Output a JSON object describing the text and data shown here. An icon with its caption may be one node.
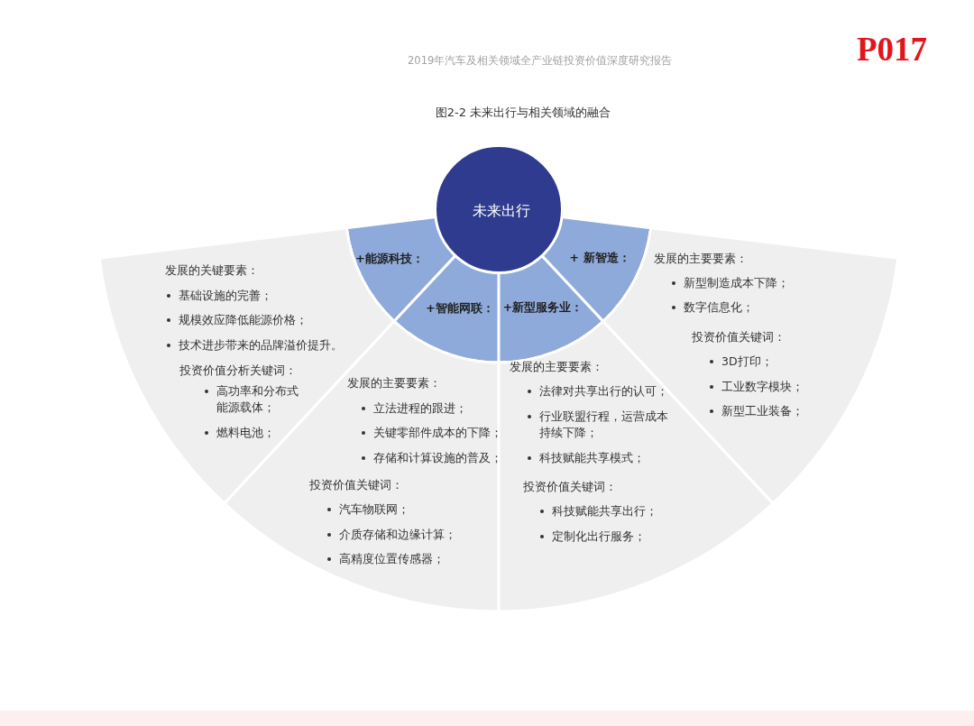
{
  "diagram": {
    "title": "图2-2 未来出行与相关领域的融合",
    "nodes": [
      {
        "text": [
          "未来出行"
        ]
      },
      {
        "text": [
          "+能源科技："
        ]
      },
      {
        "text": [
          "+智能网联："
        ]
      },
      {
        "text": [
          "+新型服务业："
        ]
      },
      {
        "text": [
          "+ 新智造："
        ]
      },
      {
        "text": [
          "发展的关键要素：",
          "基础设施的完善；",
          "规模效应降低能源价格；",
          "技术进步带来的品牌溢价提升。",
          "投资价值分析关键词：",
          "高功率和分布式能源载体；",
          "燃料电池；"
        ]
      },
      {
        "text": [
          "发展的主要要素：",
          "立法进程的跟进；",
          "关键零部件成本的下降；",
          "存储和计算设施的普及；",
          "投资价值关键词：",
          "汽车物联网；",
          "介质存储和边缘计算；",
          "高精度位置传感器；"
        ]
      },
      {
        "text": [
          "发展的主要要素：",
          "法律对共享出行的认可；",
          "行业联盟行程，运营成本持续下降；",
          "科技赋能共享模式；",
          "投资价值关键词：",
          "科技赋能共享出行；",
          "定制化出行服务；"
        ]
      },
      {
        "text": [
          "发展的主要要素：",
          "新型制造成本下降；",
          "数字信息化；",
          "投资价值关键词：",
          "3D打印；",
          "工业数字模块；",
          "新型工业装备；"
        ]
      }
    ],
    "labels": [
      "2019年汽车及相关领域全产业链投资价值深度研究报告",
      "P017"
    ]
  }
}
